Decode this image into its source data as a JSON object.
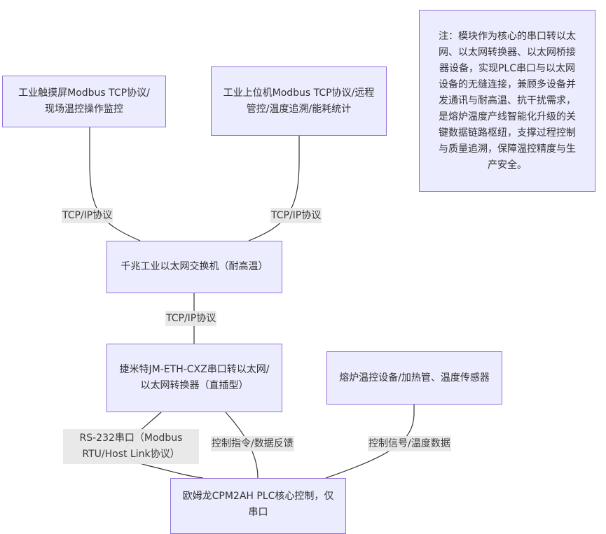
{
  "diagram": {
    "type": "flowchart",
    "colors": {
      "node_fill": "#ececff",
      "node_border": "#9370db",
      "edge_stroke": "#333333",
      "edge_label_bg": "#e8e8e8",
      "text": "#333333"
    },
    "nodes": {
      "touch": {
        "label": "工业触摸屏Modbus TCP协议/现场温控操作监控"
      },
      "host": {
        "label": "工业上位机Modbus TCP协议/远程管控/温度追溯/能耗统计"
      },
      "note": {
        "label": "注：模块作为核心的串口转以太网、以太网转换器、以太网桥接器设备，实现PLC串口与以太网设备的无缝连接，兼顾多设备并发通讯与耐高温、抗干扰需求，是熔炉温度产线智能化升级的关键数据链路枢纽，支撑过程控制与质量追溯，保障温控精度与生产安全。"
      },
      "switch": {
        "label": "千兆工业以太网交换机（耐高温）"
      },
      "converter": {
        "label": "捷米特JM-ETH-CXZ串口转以太网/以太网转换器（直插型）"
      },
      "furnace": {
        "label": "熔炉温控设备/加热管、温度传感器"
      },
      "plc": {
        "label": "欧姆龙CPM2AH PLC核心控制，仅串口"
      }
    },
    "edges": [
      {
        "from": "touch",
        "to": "switch",
        "label": "TCP/IP协议"
      },
      {
        "from": "host",
        "to": "switch",
        "label": "TCP/IP协议"
      },
      {
        "from": "switch",
        "to": "converter",
        "label": "TCP/IP协议"
      },
      {
        "from": "converter",
        "to": "plc",
        "label": "RS-232串口（Modbus RTU/Host Link协议）"
      },
      {
        "from": "converter",
        "to": "plc",
        "label": "控制指令/数据反馈"
      },
      {
        "from": "furnace",
        "to": "plc",
        "label": "控制信号/温度数据"
      }
    ]
  }
}
